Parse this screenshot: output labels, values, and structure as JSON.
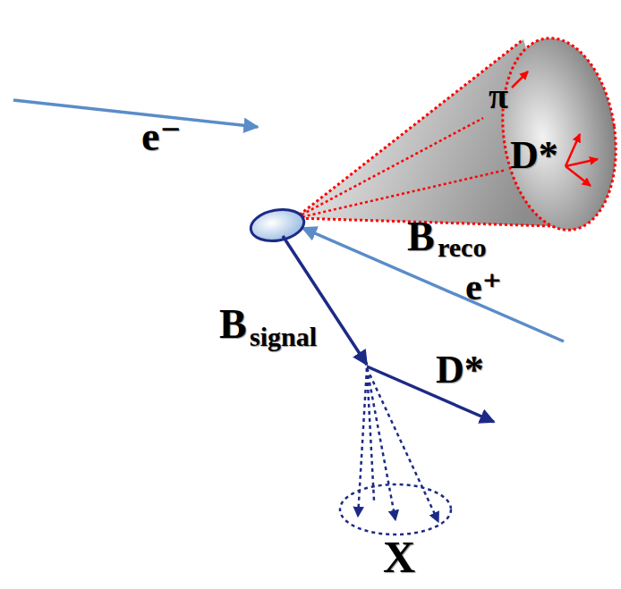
{
  "diagram": {
    "labels": [
      "e⁻",
      "π",
      "D*",
      "B",
      "reco",
      "e⁺",
      "B",
      "signal",
      "D*",
      "X"
    ]
  }
}
